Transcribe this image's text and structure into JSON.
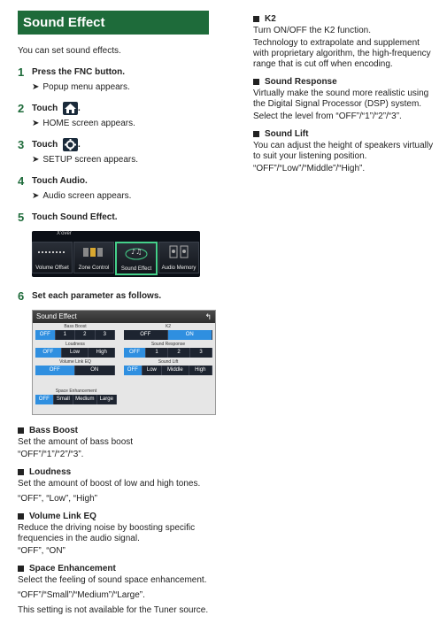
{
  "title": "Sound Effect",
  "intro": "You can set sound effects.",
  "steps": [
    {
      "num": "1",
      "pre": "Press the ",
      "bold": "FNC",
      "post": " button.",
      "sub": "Popup menu appears."
    },
    {
      "num": "2",
      "pre": "Touch",
      "bold": "",
      "post": ".",
      "sub": "HOME screen appears."
    },
    {
      "num": "3",
      "pre": "Touch",
      "bold": "",
      "post": ".",
      "sub": "SETUP screen appears."
    },
    {
      "num": "4",
      "pre": "Touch ",
      "bold": "Audio",
      "post": ".",
      "sub": "Audio screen appears."
    },
    {
      "num": "5",
      "pre": "Touch ",
      "bold": "Sound Effect",
      "post": "."
    },
    {
      "num": "6",
      "pre": "Set each parameter as follows.",
      "bold": "",
      "post": ""
    }
  ],
  "sub_arrow": "➤",
  "audio_screen": {
    "xover": "X'over",
    "buttons": [
      "Volume Offset",
      "Zone Control",
      "Sound Effect",
      "Audio Memory"
    ]
  },
  "panel": {
    "header": "Sound Effect",
    "back": "↰",
    "groups": [
      {
        "label": "Bass Boost",
        "options": [
          "OFF",
          "1",
          "2",
          "3"
        ],
        "selected": 0
      },
      {
        "label": "K2",
        "options": [
          "OFF",
          "ON"
        ],
        "selected": 1
      },
      {
        "label": "Loudness",
        "options": [
          "OFF",
          "Low",
          "High"
        ],
        "selected": 0
      },
      {
        "label": "Sound Response",
        "options": [
          "OFF",
          "1",
          "2",
          "3"
        ],
        "selected": 0
      },
      {
        "label": "Volume Link EQ",
        "options": [
          "OFF",
          "ON"
        ],
        "selected": 0
      },
      {
        "label": "Sound Lift",
        "options": [
          "OFF",
          "Low",
          "Middle",
          "High"
        ],
        "selected": 0
      },
      {
        "label": "Space Enhancement",
        "options": [
          "OFF",
          "Small",
          "Medium",
          "Large"
        ],
        "selected": 0
      }
    ]
  },
  "params_left": [
    {
      "name": "Bass Boost",
      "lines": [
        "Set the amount of bass boost",
        "“OFF”/“1”/“2”/“3”."
      ]
    },
    {
      "name": "Loudness",
      "lines": [
        "Set the amount of boost of low and high tones.",
        "“OFF”, “Low”, “High”"
      ]
    },
    {
      "name": "Volume Link EQ",
      "lines": [
        "Reduce the driving noise by boosting specific frequencies in the audio signal.",
        "“OFF”, “ON”"
      ]
    },
    {
      "name": "Space Enhancement",
      "lines": [
        "Select the feeling of sound space enhancement.",
        "“OFF”/“Small”/“Medium”/“Large”.",
        "This setting is not available for the Tuner source."
      ]
    }
  ],
  "params_right": [
    {
      "name": "K2",
      "lines": [
        "Turn ON/OFF the K2 function.",
        "Technology to extrapolate and supplement with proprietary algorithm, the high-frequency range that is cut off when encoding."
      ]
    },
    {
      "name": "Sound Response",
      "lines": [
        "Virtually make the sound more realistic using the Digital Signal Processor (DSP) system.",
        "Select the level from “OFF”/“1”/“2”/“3”."
      ]
    },
    {
      "name": "Sound Lift",
      "lines": [
        "You can adjust the height of speakers virtually to suit your listening position.",
        "“OFF”/“Low”/“Middle”/“High”."
      ]
    }
  ],
  "colors": {
    "title_bg": "#1e6b3a",
    "on_button": "#2f8fe0",
    "highlight": "#45d08a"
  }
}
